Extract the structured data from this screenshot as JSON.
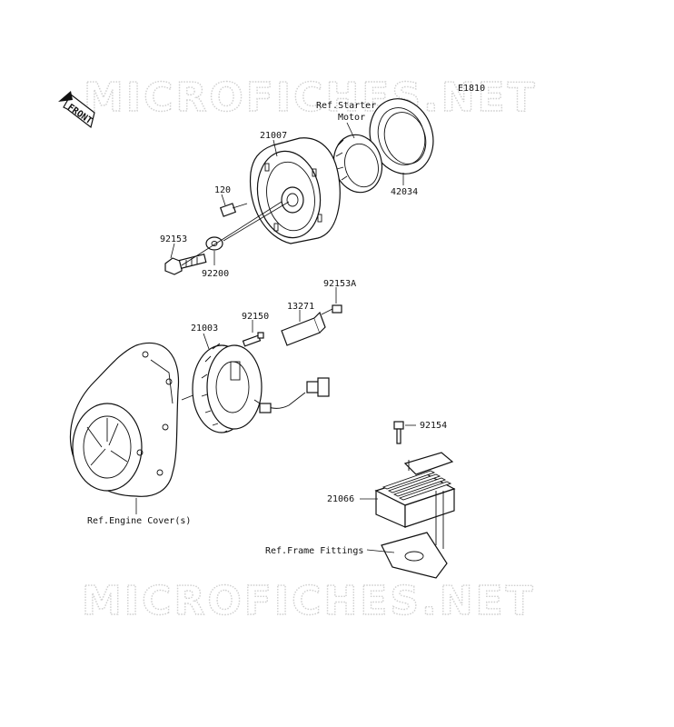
{
  "watermark": {
    "top": "MICROFICHES.NET",
    "bottom": "MICROFICHES.NET"
  },
  "diagram_code": "E1810",
  "front_arrow": "FRONT",
  "labels": {
    "ref_starter_1": "Ref.Starter",
    "ref_starter_2": "Motor",
    "p21007": "21007",
    "p42034": "42034",
    "p120": "120",
    "p92153": "92153",
    "p92200": "92200",
    "p92153A": "92153A",
    "p13271": "13271",
    "p92150": "92150",
    "p21003": "21003",
    "p92154": "92154",
    "p21066": "21066",
    "ref_engine_cover": "Ref.Engine Cover(s)",
    "ref_frame_fittings": "Ref.Frame Fittings"
  }
}
